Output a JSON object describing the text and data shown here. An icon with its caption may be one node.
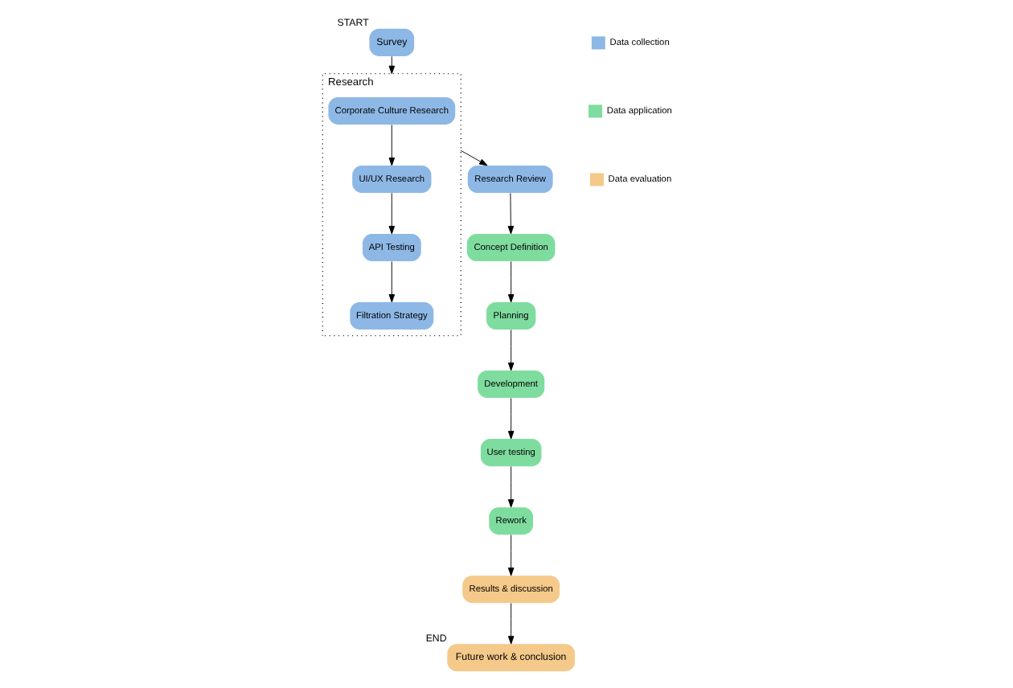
{
  "diagram": {
    "nodes": [
      {
        "text": [
          "Research"
        ]
      },
      {
        "text": [
          "Corporate Culture Research"
        ],
        "in": 0
      },
      {
        "text": [
          "UI/UX Research"
        ],
        "in": 0
      },
      {
        "text": [
          "API Testing"
        ],
        "in": 0
      },
      {
        "text": [
          "Filtration Strategy"
        ],
        "in": 0
      },
      {
        "text": [
          "Survey"
        ],
        "beside": [
          "START"
        ]
      },
      {
        "text": [
          "Research Review"
        ]
      },
      {
        "text": [
          "Concept Definition"
        ]
      },
      {
        "text": [
          "Planning"
        ]
      },
      {
        "text": [
          "Development"
        ]
      },
      {
        "text": [
          "User testing"
        ]
      },
      {
        "text": [
          "Rework"
        ]
      },
      {
        "text": [
          "Results & discussion"
        ]
      },
      {
        "text": [
          "Future work & conclusion"
        ],
        "beside": [
          "END"
        ]
      }
    ],
    "edges": [
      {
        "from": 5,
        "to": 0,
        "arrow": "to"
      },
      {
        "from": 1,
        "to": 2,
        "arrow": "to"
      },
      {
        "from": 2,
        "to": 3,
        "arrow": "to"
      },
      {
        "from": 3,
        "to": 4,
        "arrow": "to"
      },
      {
        "from": 0,
        "to": 6,
        "arrow": "to"
      },
      {
        "from": 6,
        "to": 7,
        "arrow": "to"
      },
      {
        "from": 7,
        "to": 8,
        "arrow": "to"
      },
      {
        "from": 8,
        "to": 9,
        "arrow": "to"
      },
      {
        "from": 9,
        "to": 10,
        "arrow": "to"
      },
      {
        "from": 10,
        "to": 11,
        "arrow": "to"
      },
      {
        "from": 11,
        "to": 12,
        "arrow": "to"
      },
      {
        "from": 12,
        "to": 13,
        "arrow": "to"
      }
    ],
    "legend": [
      {
        "text": "Data collection",
        "color": "#8db8e6"
      },
      {
        "text": "Data application",
        "color": "#7fdc9f"
      },
      {
        "text": "Data evaluation",
        "color": "#f5c98a"
      }
    ]
  }
}
